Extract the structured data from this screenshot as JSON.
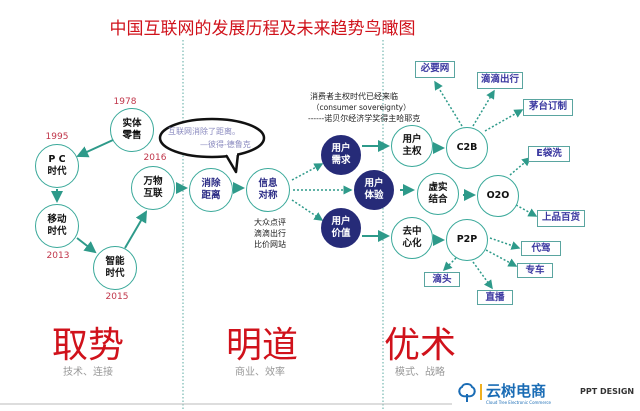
{
  "title": "中国互联网的发展历程及未来趋势鸟瞰图",
  "years": {
    "y1978": "1978",
    "y1995": "1995",
    "y2016": "2016",
    "y2013": "2013",
    "y2015": "2015"
  },
  "nodes": {
    "retail": "实体零售",
    "pc": "P C 时代",
    "mobile": "移动时代",
    "smart": "智能时代",
    "iot": "万物互联",
    "distance": "消除距离",
    "info": "信息对称",
    "demand": "用户需求",
    "experience": "用户体验",
    "value": "用户价值",
    "sovereign": "用户主权",
    "online_offline": "虚实结合",
    "decentral": "去中心化",
    "c2b": "C2B",
    "o2o": "O2O",
    "p2p": "P2P"
  },
  "bubble": {
    "line1": "互联网消除了距离。",
    "line2": "—彼得-德鲁克"
  },
  "quote": {
    "line1": "消费者主权时代已经来临",
    "line2": "（consumer sovereignty）",
    "line3": "------诺贝尔经济学奖得主哈耶克"
  },
  "info_examples": [
    "大众点评",
    "滴滴出行",
    "比价网站"
  ],
  "boxes": {
    "biyao": "必要网",
    "didi": "滴滴出行",
    "maotai": "茅台订制",
    "edaixi": "E袋洗",
    "shangpin": "上品百货",
    "daijia": "代驾",
    "zhuanche": "专车",
    "ditou": "滴头",
    "zhibo": "直播"
  },
  "sections": [
    {
      "title": "取势",
      "subtitle": "技术、连接"
    },
    {
      "title": "明道",
      "subtitle": "商业、效率"
    },
    {
      "title": "优术",
      "subtitle": "模式、战略"
    }
  ],
  "logo": {
    "name": "云树电商",
    "tagline": "Cloud Tree Electronic Commerce",
    "suffix": "PPT DESIGN"
  },
  "colors": {
    "accent": "#d0121b",
    "teal": "#3aa99a",
    "navy": "#262b78"
  }
}
